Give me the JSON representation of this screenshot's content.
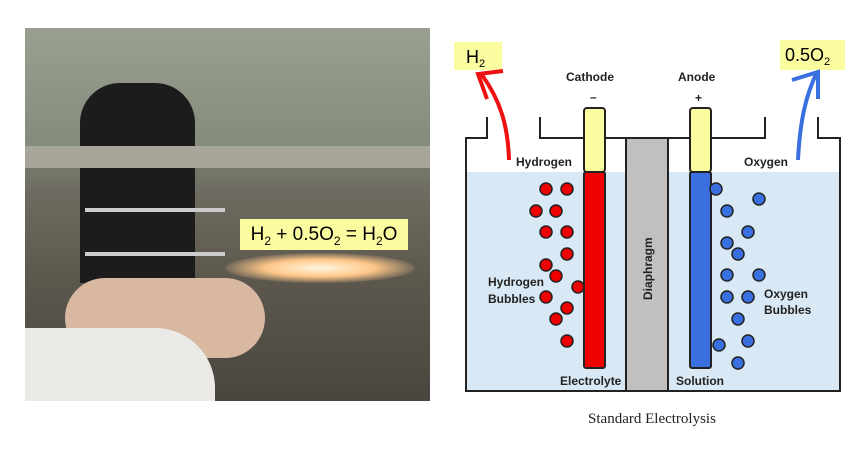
{
  "photo": {
    "equation": {
      "h2": "H",
      "h2_sub": "2",
      "plus": " + 0.5O",
      "o2_sub": "2",
      "eq": " = H",
      "h2o_sub": "2",
      "o": "O"
    }
  },
  "diagram": {
    "h2_label": "H",
    "h2_sub": "2",
    "o2_label": "0.5O",
    "o2_sub": "2",
    "cathode": "Cathode",
    "cathode_sign": "–",
    "anode": "Anode",
    "anode_sign": "+",
    "hydrogen": "Hydrogen",
    "oxygen": "Oxygen",
    "hydrogen_bubbles_1": "Hydrogen",
    "hydrogen_bubbles_2": "Bubbles",
    "oxygen_bubbles_1": "Oxygen",
    "oxygen_bubbles_2": "Bubbles",
    "diaphragm": "Diaphragm",
    "electrolyte": "Electrolyte",
    "solution": "Solution",
    "caption": "Standard Electrolysis",
    "colors": {
      "hydrogen": "#ee0000",
      "oxygen": "#3a6fe0",
      "electrode_top": "#fbfba0",
      "diaphragm": "#c0c0c0",
      "water": "#d8e8f4"
    }
  }
}
